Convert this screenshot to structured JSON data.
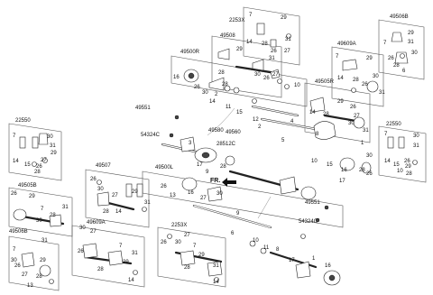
{
  "labels": {
    "l_2253x_a": "2253X",
    "l_49508": "49508",
    "l_49506b_a": "49506B",
    "l_49609a_a": "49609A",
    "l_49500r": "49500R",
    "l_49505r": "49505R",
    "l_22550_a": "22550",
    "l_22550_b": "22550",
    "l_49551_a": "49551",
    "l_54324c_a": "54324C",
    "l_49580": "49580",
    "l_49560": "49560",
    "l_28512c": "28512C",
    "l_49507": "49507",
    "l_49505b": "49505B",
    "l_49500l": "49500L",
    "l_fr": "FR.",
    "l_49609a_b": "49609A",
    "l_2253x_b": "2253X",
    "l_49506b_b": "49506B",
    "l_49551_b": "49551",
    "l_54324c_b": "54324C"
  },
  "numbers": [
    "1",
    "2",
    "3",
    "4",
    "5",
    "6",
    "7",
    "8",
    "9",
    "10",
    "11",
    "12",
    "13",
    "14",
    "15",
    "16",
    "17",
    "25",
    "26",
    "27",
    "28",
    "29",
    "30",
    "31"
  ]
}
